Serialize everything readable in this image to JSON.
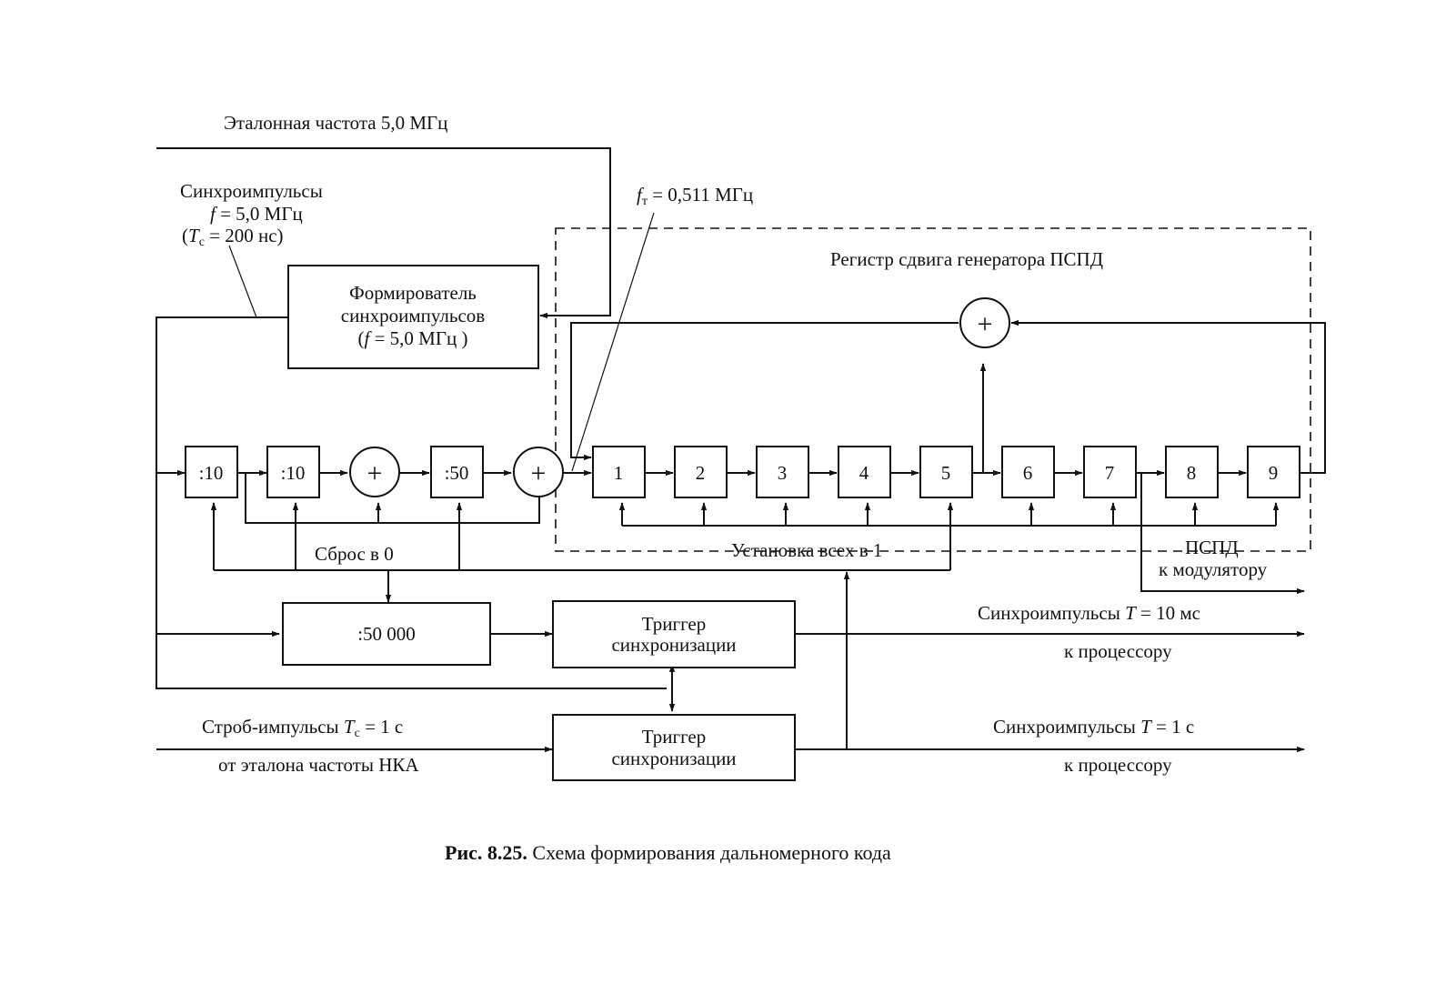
{
  "labels": {
    "ref_freq": "Эталонная частота 5,0 МГц",
    "sync_line1": "Синхроимпульсы",
    "sync_line2_f": "f",
    "sync_line2_rest": " = 5,0 МГц",
    "sync_line3_open": "(",
    "sync_line3_T": "T",
    "sync_line3_sub": "с",
    "sync_line3_rest": " = 200 нс)",
    "ft_f": "f",
    "ft_sub": "т",
    "ft_rest": " = 0,511 МГц",
    "register_title": "Регистр сдвига генератора ПСПД",
    "reset_zero": "Сброс  в  0",
    "set_all_one": "Установка всех в 1",
    "pspd": "ПСПД",
    "to_modulator": "к модулятору",
    "sync10_prefix": "Синхроимпульсы ",
    "sync10_T": "T",
    "sync10_rest": " = 10  мс",
    "to_processor_1": "к процессору",
    "strobe_prefix": "Строб-импульсы ",
    "strobe_T": "T",
    "strobe_sub": "с",
    "strobe_rest": " = 1 с",
    "from_etalon": "от эталона частоты НКА",
    "sync1_prefix": "Синхроимпульсы ",
    "sync1_T": "T",
    "sync1_rest": " = 1 с",
    "to_processor_2": "к процессору"
  },
  "blocks": {
    "former_l1": "Формирователь",
    "former_l2": "синхроимпульсов",
    "former_l3_open": "(",
    "former_l3_f": "f",
    "former_l3_rest": " = 5,0  МГц )",
    "div10_a": ":10",
    "div10_b": ":10",
    "div50": ":50",
    "div50000": ":50 000",
    "trig1_l1": "Триггер",
    "trig1_l2": "синхронизации",
    "trig2_l1": "Триггер",
    "trig2_l2": "синхронизации",
    "plus": "+",
    "cells": [
      "1",
      "2",
      "3",
      "4",
      "5",
      "6",
      "7",
      "8",
      "9"
    ]
  },
  "caption": {
    "bold": "Рис. 8.25.",
    "text": " Схема формирования дальномерного кода"
  }
}
